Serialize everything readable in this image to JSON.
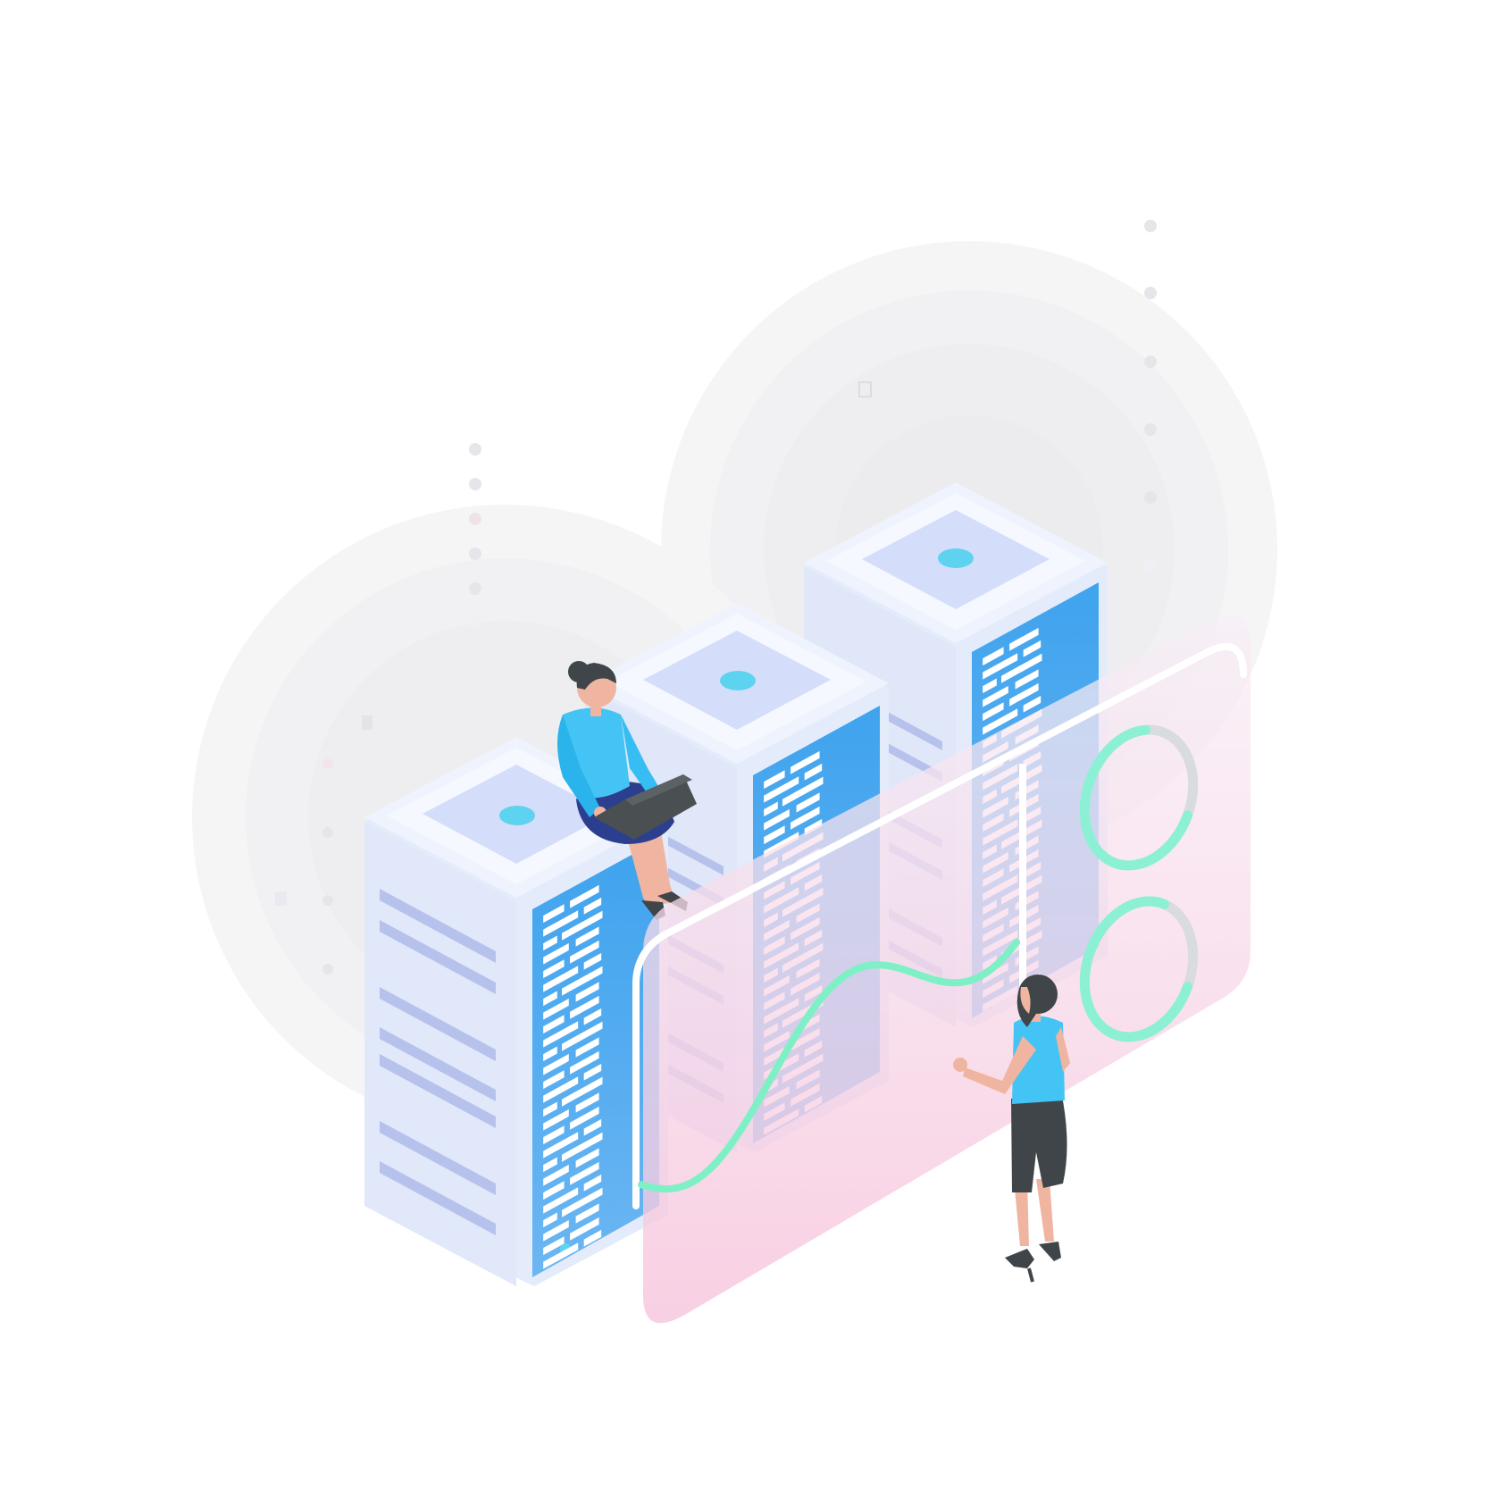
{
  "illustration": {
    "subject": "isometric-server-racks",
    "icons": [
      "server-rack-icon",
      "server-rack-icon",
      "server-rack-icon",
      "sitting-person-icon",
      "laptop-icon",
      "standing-person-icon",
      "line-chart-icon",
      "ring-gauge-icon",
      "ring-gauge-icon"
    ]
  },
  "colors": {
    "background": "#ffffff",
    "halo": "#f3f3f5",
    "rack_body": "#e4ecfb",
    "rack_top": "#eef3fe",
    "rack_top_inner": "#d4defa",
    "rack_panel": "#4da9ef",
    "rack_slot": "#ffffff",
    "rack_stripe": "#b7c2ec",
    "indicator": "#5ed3f0",
    "board_top": "#f8eef6",
    "board_bottom": "#f7c4dc",
    "chart_line": "#7ff0c6",
    "ring_accent": "#8cf0d4",
    "ring_track": "#d8dbe0",
    "shirt": "#44c4f5",
    "skirt": "#2c3f8e",
    "hair": "#3f4548",
    "skin": "#f0b5a0",
    "laptop": "#4a4f52",
    "pants": "#3f4548"
  },
  "gauges": [
    {
      "value": 0.7
    },
    {
      "value": 0.75
    }
  ]
}
